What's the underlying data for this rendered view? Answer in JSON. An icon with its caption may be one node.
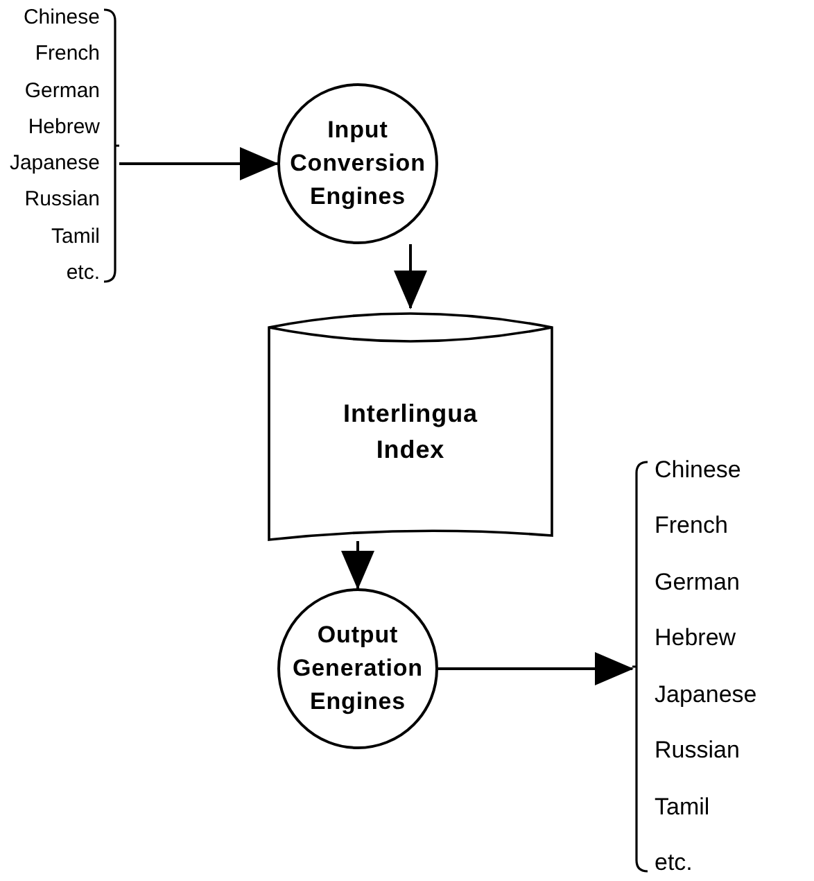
{
  "diagram": {
    "nodes": [
      {
        "text": [
          "Chinese",
          "French",
          "German",
          "Hebrew",
          "Japanese",
          "Russian",
          "Tamil",
          "etc."
        ]
      },
      {
        "text": [
          "Input Conversion Engines"
        ]
      },
      {
        "text": [
          "Interlingua Index"
        ]
      },
      {
        "text": [
          "Output Generation Engines"
        ]
      },
      {
        "text": [
          "Chinese",
          "French",
          "German",
          "Hebrew",
          "Japanese",
          "Russian",
          "Tamil",
          "etc."
        ]
      }
    ],
    "edges": [
      {
        "from": 0,
        "to": 1,
        "arrow": "to"
      },
      {
        "from": 1,
        "to": 2,
        "arrow": "to"
      },
      {
        "from": 2,
        "to": 3,
        "arrow": "to"
      },
      {
        "from": 3,
        "to": 4,
        "arrow": "to"
      }
    ]
  }
}
